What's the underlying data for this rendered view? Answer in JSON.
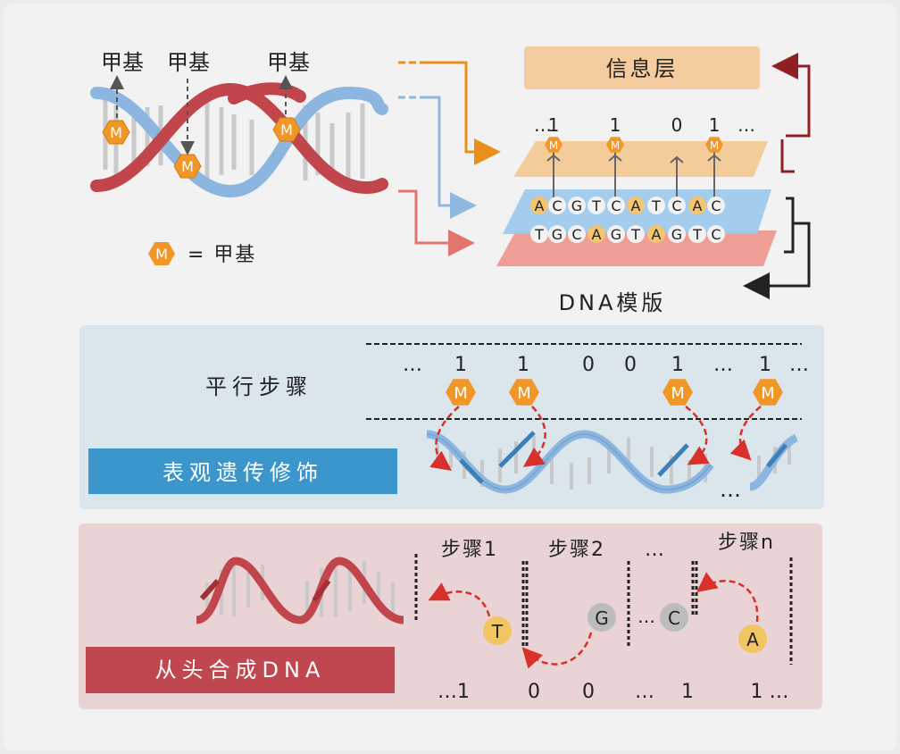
{
  "top": {
    "methyl_labels": [
      "甲基",
      "甲基",
      "甲基"
    ],
    "methyl_marker": "M",
    "legend_marker": "M",
    "legend_text": "= 甲基",
    "info_layer": "信息层",
    "bits_row": [
      "…",
      "1",
      "1",
      "0",
      "1",
      "…"
    ],
    "strand_top": [
      "A",
      "C",
      "G",
      "T",
      "C",
      "A",
      "T",
      "C",
      "A",
      "C"
    ],
    "strand_bottom": [
      "T",
      "G",
      "C",
      "A",
      "G",
      "T",
      "A",
      "G",
      "T",
      "C"
    ],
    "dna_template": "DNA模版"
  },
  "parallel": {
    "label": "平行步骤",
    "bits": [
      "…",
      "1",
      "1",
      "0",
      "0",
      "1",
      "…",
      "1",
      "…"
    ],
    "badge": "表观遗传修饰",
    "ellipsis": "…"
  },
  "denovo": {
    "steps": [
      "步骤1",
      "步骤2",
      "…",
      "步骤n"
    ],
    "bases": [
      "T",
      "G",
      "C",
      "A"
    ],
    "inner_ellipsis": "…",
    "bits": [
      "…1",
      "0",
      "0",
      "…",
      "1",
      "1 …"
    ],
    "badge": "从头合成DNA"
  },
  "colors": {
    "orange": "#e8901e",
    "orange_panel": "#f3c995",
    "blue_panel": "#9ec9ec",
    "red_panel": "#ee9990",
    "blue_badge": "#3b96cc",
    "red_badge": "#c0474f",
    "dna_red": "#c0464c",
    "dna_blue": "#8cb6df"
  }
}
